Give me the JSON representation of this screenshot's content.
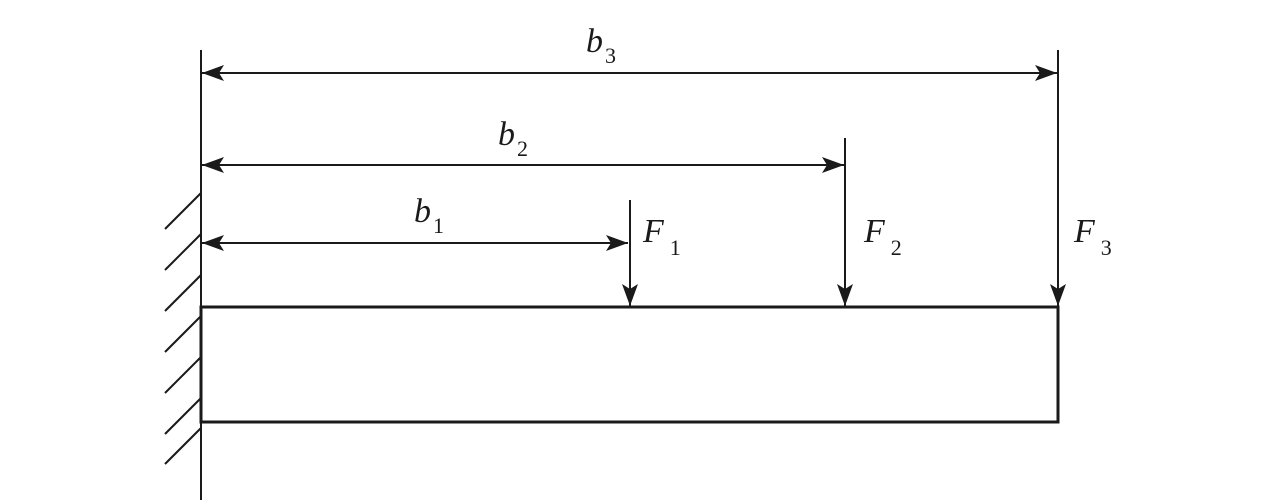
{
  "diagram": {
    "colors": {
      "stroke": "#1a1a1a",
      "background": "#ffffff"
    },
    "dimensions": [
      {
        "symbol": "b",
        "subscript": "1"
      },
      {
        "symbol": "b",
        "subscript": "2"
      },
      {
        "symbol": "b",
        "subscript": "3"
      }
    ],
    "forces": [
      {
        "symbol": "F",
        "subscript": "1"
      },
      {
        "symbol": "F",
        "subscript": "2"
      },
      {
        "symbol": "F",
        "subscript": "3"
      }
    ]
  }
}
